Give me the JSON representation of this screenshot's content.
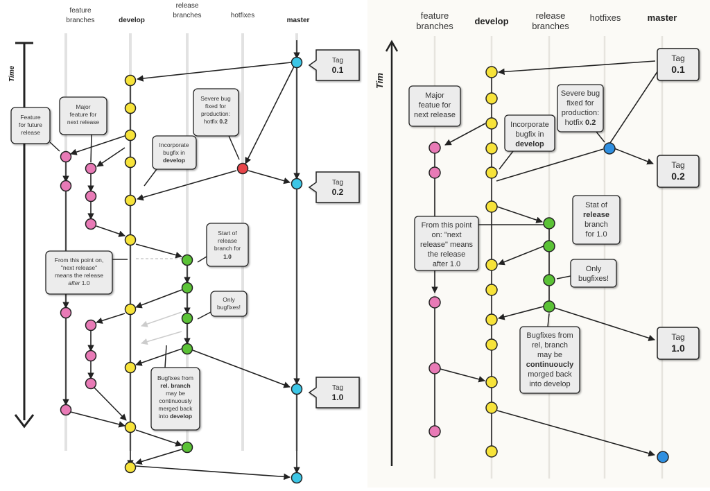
{
  "left_panel": {
    "time_label": "Time",
    "columns": {
      "feature": [
        "feature",
        "branches"
      ],
      "develop": "develop",
      "release": [
        "release",
        "branches"
      ],
      "hotfixes": "hotfixes",
      "master": "master"
    },
    "tags": [
      {
        "label": "Tag",
        "value": "0.1"
      },
      {
        "label": "Tag",
        "value": "0.2"
      },
      {
        "label": "Tag",
        "value": "1.0"
      }
    ],
    "notes": {
      "feature_future": [
        "Feature",
        "for future",
        "release"
      ],
      "major_feature": [
        "Major",
        "feature for",
        "next release"
      ],
      "severe_bug": [
        "Severe bug",
        "fixed for",
        "production:",
        "hotfix ",
        "0.2"
      ],
      "incorporate": [
        "Incorporate",
        "bugfix in",
        "develop"
      ],
      "start_release": [
        "Start of",
        "release",
        "branch for",
        "1.0"
      ],
      "from_this_point": [
        "From this point on,",
        "\"next release\"",
        "means the release",
        "after",
        " 1.0"
      ],
      "only_bugfixes": [
        "Only",
        "bugfixes!"
      ],
      "bugfixes_from": [
        "Bugfixes from",
        "rel. branch",
        "may be",
        "continuously",
        "merged back",
        "into ",
        "develop"
      ]
    }
  },
  "right_panel": {
    "time_label": "Tim",
    "columns": {
      "feature": [
        "feature",
        "branches"
      ],
      "develop": "develop",
      "release": [
        "release",
        "branches"
      ],
      "hotfixes": "hotfixes",
      "master": "master"
    },
    "tags": [
      {
        "label": "Tag",
        "value": "0.1"
      },
      {
        "label": "Tag",
        "value": "0.2"
      },
      {
        "label": "Tag",
        "value": "1.0"
      }
    ],
    "notes": {
      "major_feature": [
        "Major",
        "featue for",
        "next release"
      ],
      "severe_bug": [
        "Severe bug",
        "fixed for",
        "production:",
        "hotfix ",
        "0.2"
      ],
      "incorporate": [
        "Incorporate",
        "bugfix in",
        "develop"
      ],
      "start_release": [
        "Stat of",
        "release",
        "branch",
        "for 1.0"
      ],
      "from_this_point": [
        "From this point",
        "on: \"next",
        "release\" means",
        "the release",
        "after 1.0"
      ],
      "only_bugfixes": [
        "Only",
        "bugfixes!"
      ],
      "bugfixes_from": [
        "Bugfixes from",
        "rel, branch",
        "may be",
        "continuoucly",
        "morged back",
        "into develop"
      ]
    }
  },
  "colors": {
    "feature": "#e87ab6",
    "develop": "#f7e33a",
    "release": "#5bc236",
    "hotfix_left": "#e8454a",
    "hotfix_right": "#2f8fe0",
    "master_left": "#3cc6e6",
    "master_right": "#2f8fe0",
    "note_bg": "#ececec",
    "stroke": "#222222"
  }
}
